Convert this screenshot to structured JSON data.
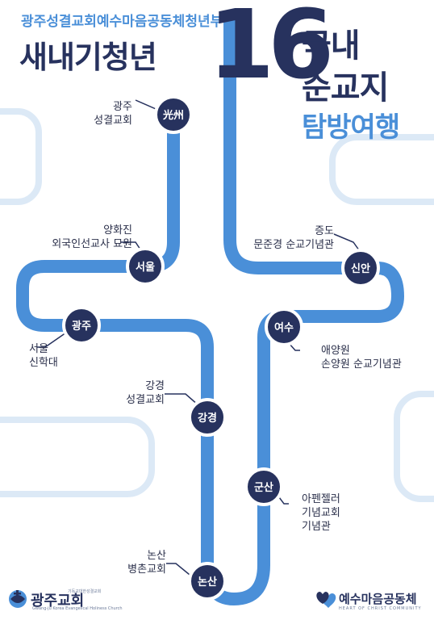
{
  "header": {
    "org": "광주성결교회예수마음공동체청년부",
    "title": "새내기청년",
    "number": "16",
    "subtitle_line1": "국내",
    "subtitle_line2": "순교지",
    "subtitle_line3": "탐방여행"
  },
  "colors": {
    "navy": "#27325e",
    "path_blue": "#4a8fd8",
    "light_blue": "#dce9f6",
    "node_ring": "#ffffff"
  },
  "stops": [
    {
      "node": "光州",
      "desc_lines": [
        "광주",
        "성결교회"
      ]
    },
    {
      "node": "서울",
      "desc_lines": [
        "양화진",
        "외국인선교사 묘원"
      ]
    },
    {
      "node": "광주",
      "desc_lines": [
        "서울",
        "신학대"
      ]
    },
    {
      "node": "강경",
      "desc_lines": [
        "강경",
        "성결교회"
      ]
    },
    {
      "node": "논산",
      "desc_lines": [
        "논산",
        "병촌교회"
      ]
    },
    {
      "node": "군산",
      "desc_lines": [
        "아펜젤러",
        "기념교회",
        "기념관"
      ]
    },
    {
      "node": "여수",
      "desc_lines": [
        "애양원",
        "손양원 순교기념관"
      ]
    },
    {
      "node": "신안",
      "desc_lines": [
        "증도",
        "문준경 순교기념관"
      ]
    }
  ],
  "footer": {
    "left_logo_text": "광주교회",
    "left_logo_small": "기독교대한성결교회",
    "left_logo_small2": "Gwang-ju Korea Evangelical Holiness Church",
    "right_logo_text": "예수마음공동체",
    "right_logo_small": "HEART OF CHRIST COMMUNITY",
    "left_icon": "globe-cross-icon",
    "right_icon": "hearts-icon"
  }
}
